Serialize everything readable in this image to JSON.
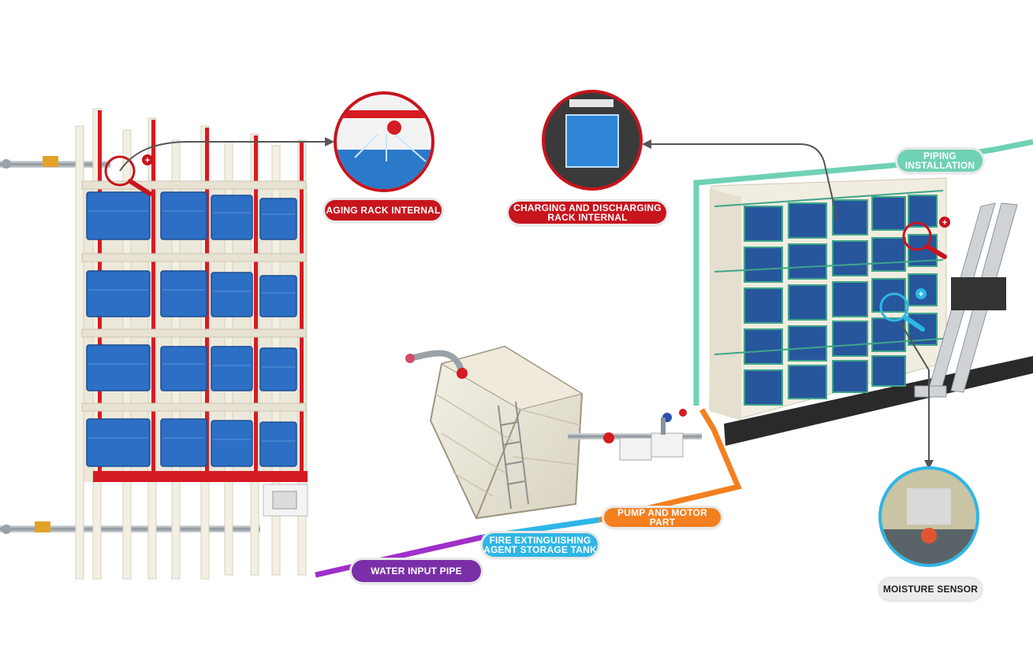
{
  "labels": {
    "aging_rack": "AGING RACK INTERNAL",
    "charging_rack_1": "CHARGING AND DISCHARGING",
    "charging_rack_2": "RACK INTERNAL",
    "piping_1": "PIPING",
    "piping_2": "INSTALLATION",
    "pump_motor": "PUMP AND MOTOR PART",
    "storage_tank_1": "FIRE EXTINGUISHING",
    "storage_tank_2": "AGENT STORAGE TANK",
    "water_pipe": "WATER INPUT PIPE",
    "moisture_sensor": "MOISTURE SENSOR"
  },
  "colors": {
    "red": "#c8141d",
    "teal": "#6fd1b5",
    "orange": "#f47f1f",
    "blue": "#2fb6e6",
    "purple": "#7a2fa8",
    "battery_blue": "#2c6fc4",
    "rack_cream": "#f1ede0",
    "rack_green": "#3fa58a",
    "rail_dark": "#2a2a2a"
  }
}
